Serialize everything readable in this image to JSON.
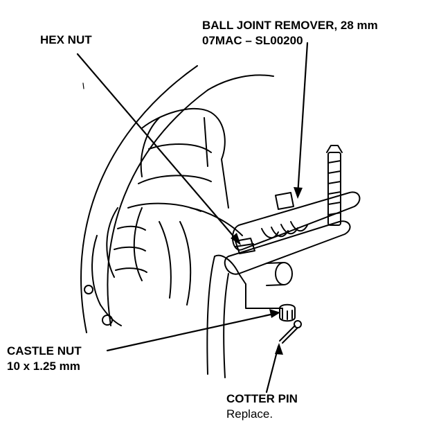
{
  "labels": {
    "ball_joint_remover": {
      "line1": "BALL JOINT REMOVER, 28 mm",
      "line2": "07MAC – SL00200"
    },
    "hex_nut": "HEX NUT",
    "castle_nut": {
      "line1": "CASTLE NUT",
      "line2": "10 x 1.25 mm"
    },
    "cotter_pin": {
      "line1": "COTTER PIN",
      "line2": "Replace."
    }
  },
  "colors": {
    "ink": "#000000",
    "paper": "#ffffff"
  }
}
